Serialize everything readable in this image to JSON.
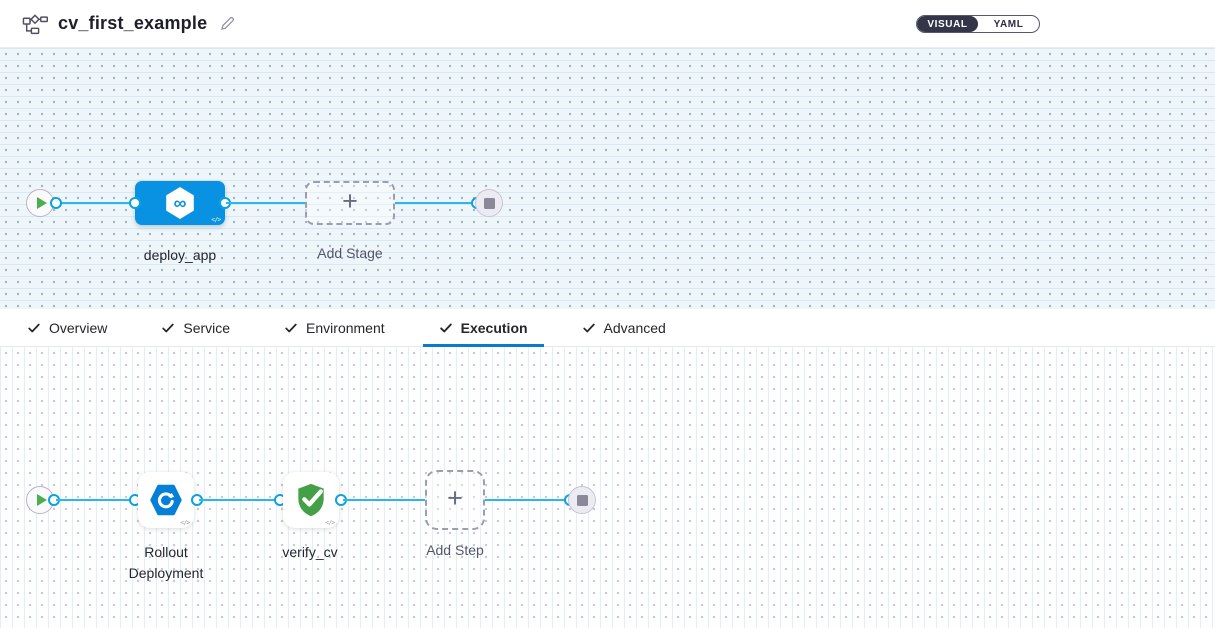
{
  "header": {
    "title": "cv_first_example",
    "view_toggle": {
      "visual_label": "VISUAL",
      "yaml_label": "YAML",
      "selected": "VISUAL"
    }
  },
  "stage_pipeline": {
    "stage_label": "deploy_app",
    "add_stage_label": "Add Stage"
  },
  "tabs": [
    {
      "label": "Overview",
      "complete": true,
      "active": false
    },
    {
      "label": "Service",
      "complete": true,
      "active": false
    },
    {
      "label": "Environment",
      "complete": true,
      "active": false
    },
    {
      "label": "Execution",
      "complete": true,
      "active": true
    },
    {
      "label": "Advanced",
      "complete": true,
      "active": false
    }
  ],
  "execution_pipeline": {
    "steps": [
      {
        "label": "Rollout Deployment",
        "icon": "rollout-hexagon-icon"
      },
      {
        "label": "verify_cv",
        "icon": "shield-check-icon"
      }
    ],
    "add_step_label": "Add Step"
  },
  "icons": {
    "plus": "+",
    "code": "</>",
    "infinity": "∞"
  },
  "colors": {
    "stage_node_blue": "#0a92e2",
    "wire_blue": "#2cb7ec",
    "play_green": "#4cae4f",
    "shield_green": "#43a047",
    "rollout_blue": "#0580d8",
    "active_tab_underline": "#0b79d0",
    "toggle_dark": "#343548"
  }
}
